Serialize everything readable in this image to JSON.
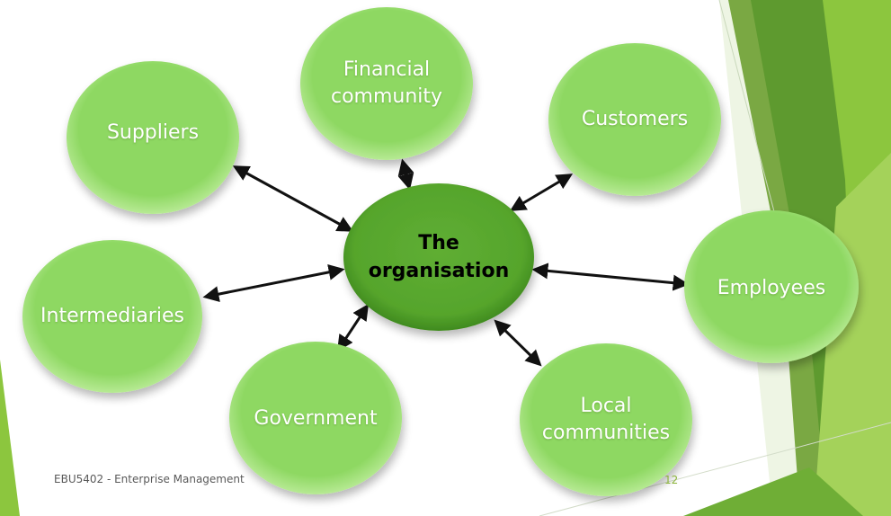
{
  "colors": {
    "bubble": "#8ed862",
    "bubble_edge": "#b7ea94",
    "center": "#58a72e",
    "center_edge": "#3f8a1e",
    "arrow": "#111111",
    "accent": "#8cc63e",
    "accent_dark": "#5a9a2a"
  },
  "center": {
    "label": "The\norganisation"
  },
  "stakeholders": [
    {
      "id": "financial",
      "label": "Financial\ncommunity"
    },
    {
      "id": "suppliers",
      "label": "Suppliers"
    },
    {
      "id": "customers",
      "label": "Customers"
    },
    {
      "id": "intermediaries",
      "label": "Intermediaries"
    },
    {
      "id": "employees",
      "label": "Employees"
    },
    {
      "id": "government",
      "label": "Government"
    },
    {
      "id": "local",
      "label": "Local\ncommunities"
    }
  ],
  "connections": [
    {
      "from": "center",
      "to": "financial",
      "type": "bidirectional"
    },
    {
      "from": "center",
      "to": "suppliers",
      "type": "bidirectional"
    },
    {
      "from": "center",
      "to": "customers",
      "type": "bidirectional"
    },
    {
      "from": "center",
      "to": "intermediaries",
      "type": "bidirectional"
    },
    {
      "from": "center",
      "to": "employees",
      "type": "bidirectional"
    },
    {
      "from": "center",
      "to": "government",
      "type": "bidirectional"
    },
    {
      "from": "center",
      "to": "local",
      "type": "bidirectional"
    }
  ],
  "footer": {
    "course": "EBU5402 - Enterprise Management",
    "page": "12"
  }
}
